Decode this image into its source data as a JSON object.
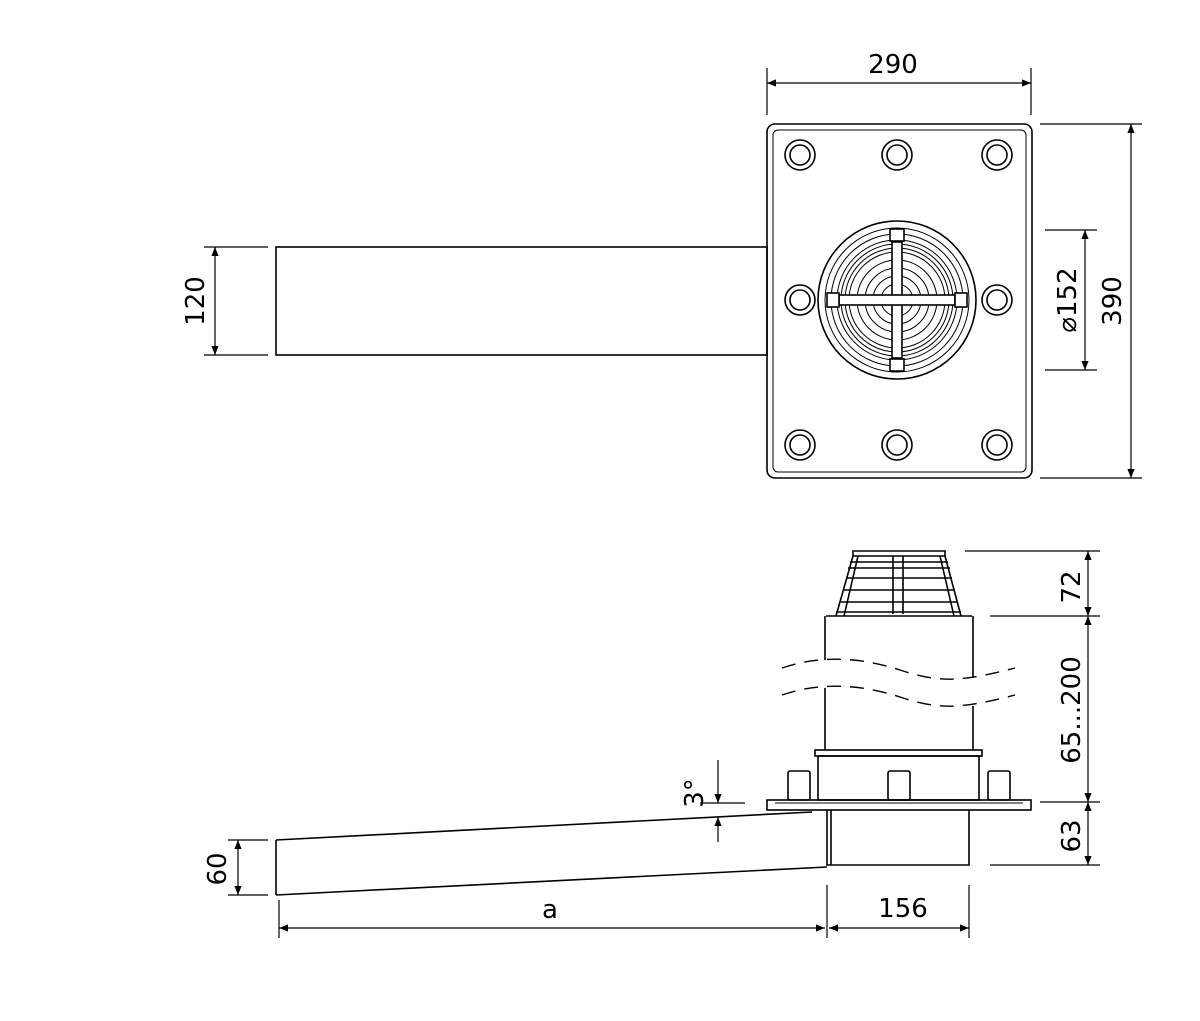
{
  "top_view": {
    "width_dim": "290",
    "height_dim": "390",
    "diameter_dim": "⌀152",
    "pipe_dim": "120"
  },
  "side_view": {
    "grate_height_dim": "72",
    "body_height_dim": "65...200",
    "flange_height_dim": "63",
    "pipe_height_dim": "60",
    "slope_dim": "3°",
    "length_dim": "a",
    "outlet_width_dim": "156"
  }
}
